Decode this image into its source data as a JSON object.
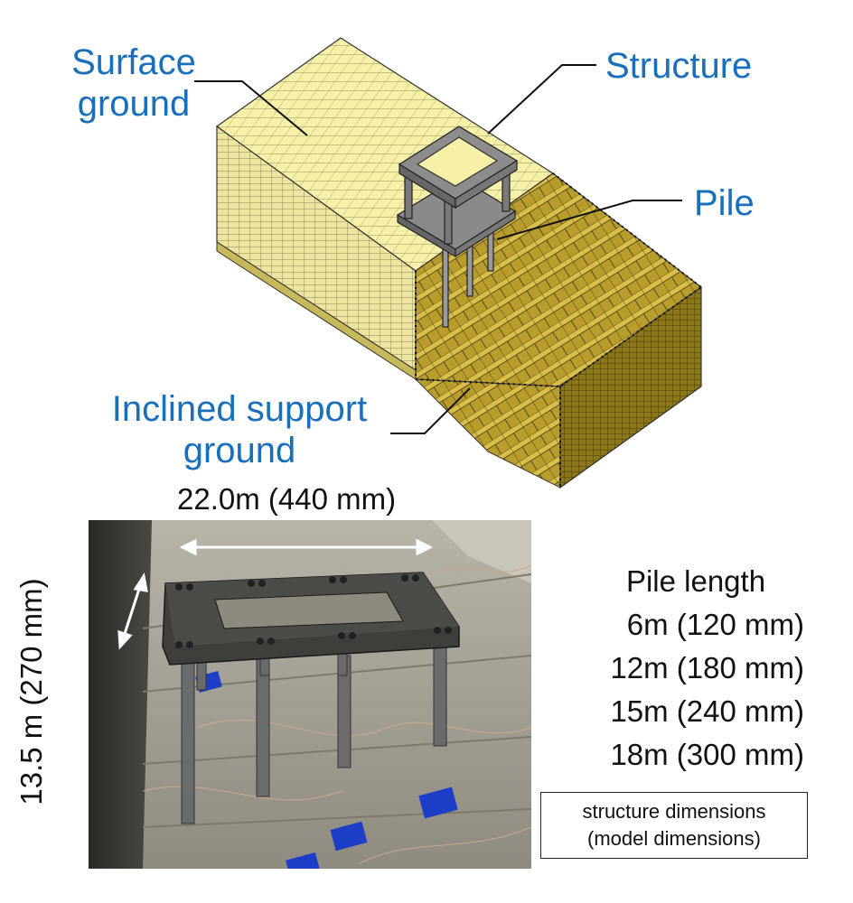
{
  "labels": {
    "surface_ground_line1": "Surface",
    "surface_ground_line2": "ground",
    "structure": "Structure",
    "pile": "Pile",
    "inclined_line1": "Inclined support",
    "inclined_line2": "ground"
  },
  "dimensions": {
    "width": "22.0m (440 mm)",
    "depth": "13.5 m (270 mm)"
  },
  "pile_lengths": {
    "title": "Pile length",
    "items": [
      "6m (120 mm)",
      "12m (180 mm)",
      "15m (240 mm)",
      "18m (300 mm)"
    ]
  },
  "legend": {
    "line1": "structure dimensions",
    "line2": "(model dimensions)"
  },
  "colors": {
    "label_blue": "#1a6fbd",
    "surface_yellow": "#f3ec9f",
    "slope_olive": "#b59a2a",
    "mesh_gray": "#555555"
  }
}
